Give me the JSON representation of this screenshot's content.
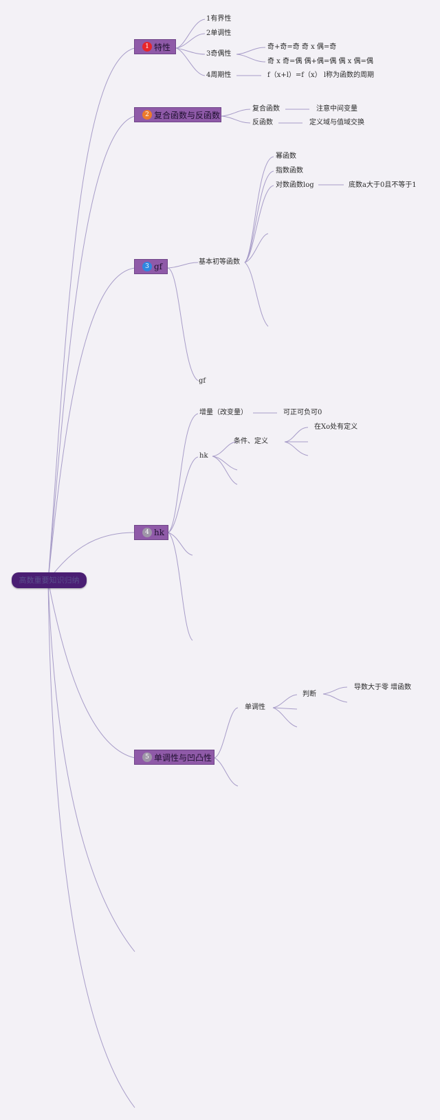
{
  "colors": {
    "background": "#f3f1f6",
    "root_fill": "#4a1e73",
    "branch_fill": "#8f5aa8",
    "link": "#a79cc8",
    "badge_red": "#e8262b",
    "badge_orange": "#ec7a2c",
    "badge_blue": "#2f86e0",
    "badge_gray": "#9f96a8"
  },
  "root": {
    "label": "高数重要知识归纳"
  },
  "branches": [
    {
      "num": "1",
      "label": "特性"
    },
    {
      "num": "2",
      "label": "复合函数与反函数"
    },
    {
      "num": "3",
      "label": "gf"
    },
    {
      "num": "4",
      "label": "hk"
    },
    {
      "num": "5",
      "label": "单调性与凹凸性"
    }
  ],
  "leaves": {
    "b1_a": "1有界性",
    "b1_b": "2单调性",
    "b1_c": "3奇偶性",
    "b1_d": "4周期性",
    "b1_c1": "奇+奇=奇  奇 x 偶=奇",
    "b1_c2": "奇 x 奇=偶  偶+偶=偶  偶 x 偶=偶",
    "b1_d1": "f（x+l）=f（x） l称为函数的周期",
    "b2_a": "复合函数",
    "b2_a1": "注意中间变量",
    "b2_b": "反函数",
    "b2_b1": "定义域与值域交换",
    "b3_a": "基本初等函数",
    "b3_a1": "幂函数",
    "b3_a2": "指数函数",
    "b3_a3": "对数函数log",
    "b3_a3x": "底数a大于0且不等于1",
    "b3_b": "gf",
    "b4_a": "增量（改变量）",
    "b4_a1": "可正可负可0",
    "b4_b": "hk",
    "b4_b1": "条件、定义",
    "b4_b1x": "在Xo处有定义",
    "b5_a": "单调性",
    "b5_a1": "判断",
    "b5_a1x": "导数大于零 增函数"
  }
}
